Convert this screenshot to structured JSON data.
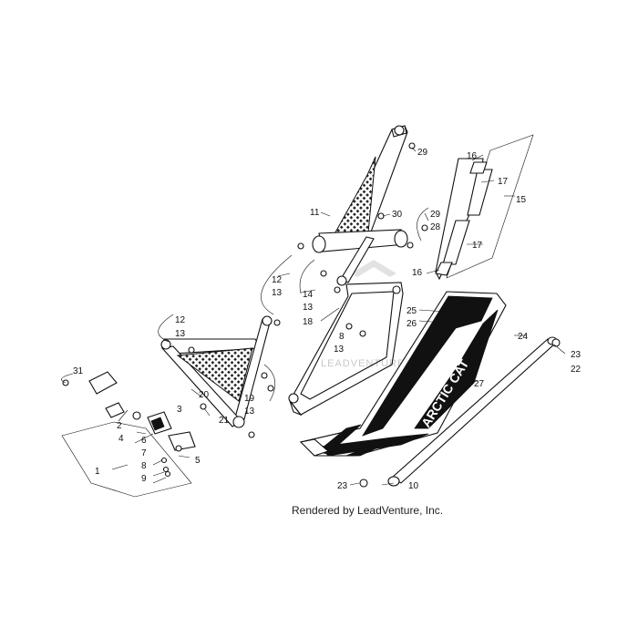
{
  "diagram": {
    "credit": "Rendered by LeadVenture, Inc.",
    "watermark": "LEADVENTURE",
    "decal_text": "ARCTIC CAT",
    "callouts": {
      "c1": "1",
      "c2": "2",
      "c3": "3",
      "c4": "4",
      "c5": "5",
      "c6": "6",
      "c7": "7",
      "c8a": "8",
      "c8b": "8",
      "c9": "9",
      "c10": "10",
      "c11": "11",
      "c12a": "12",
      "c12b": "12",
      "c13a": "13",
      "c13b": "13",
      "c13c": "13",
      "c13d": "13",
      "c13e": "13",
      "c14": "14",
      "c15": "15",
      "c16a": "16",
      "c16b": "16",
      "c17a": "17",
      "c17b": "17",
      "c18": "18",
      "c19": "19",
      "c20": "20",
      "c21": "21",
      "c22": "22",
      "c23a": "23",
      "c23b": "23",
      "c24": "24",
      "c25": "25",
      "c26": "26",
      "c27": "27",
      "c28": "28",
      "c29a": "29",
      "c29b": "29",
      "c30": "30",
      "c31": "31"
    }
  }
}
